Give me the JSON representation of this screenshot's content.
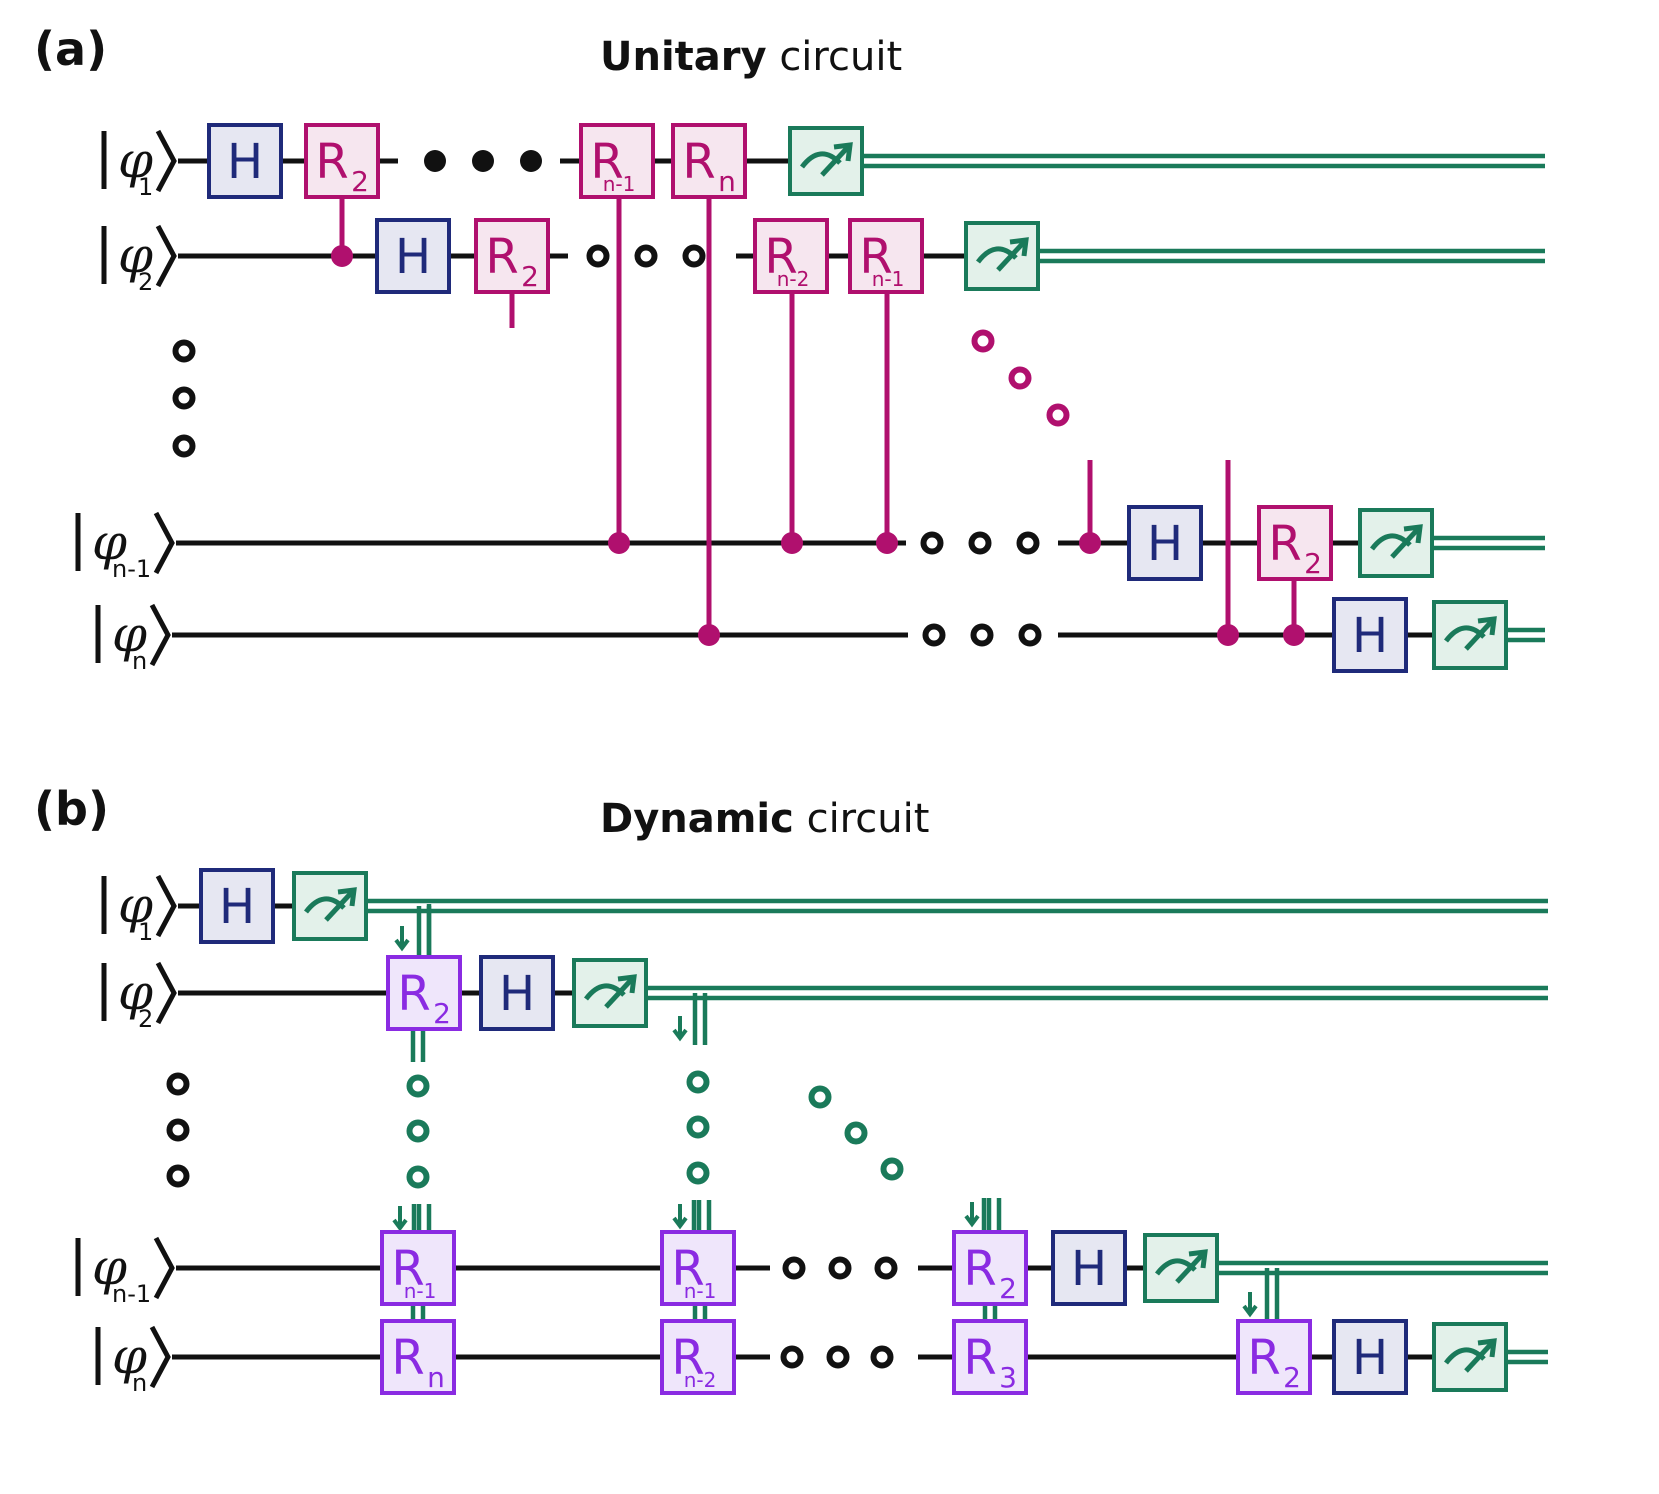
{
  "panel_a": {
    "label": "(a)",
    "title_bold": "Unitary",
    "title_rest": "circuit",
    "qubits": [
      {
        "name": "φ",
        "sub": "1"
      },
      {
        "name": "φ",
        "sub": "2"
      },
      {
        "name": "φ",
        "sub": "n-1"
      },
      {
        "name": "φ",
        "sub": "n"
      }
    ],
    "gates": {
      "h": "H",
      "r": "R",
      "r_subs": [
        "2",
        "n-1",
        "n",
        "2",
        "n-2",
        "n-1",
        "2"
      ]
    }
  },
  "panel_b": {
    "label": "(b)",
    "title_bold": "Dynamic",
    "title_rest": "circuit",
    "qubits": [
      {
        "name": "φ",
        "sub": "1"
      },
      {
        "name": "φ",
        "sub": "2"
      },
      {
        "name": "φ",
        "sub": "n-1"
      },
      {
        "name": "φ",
        "sub": "n"
      }
    ],
    "gates": {
      "h": "H",
      "r": "R",
      "r_subs": [
        "2",
        "n-1",
        "n",
        "n-1",
        "n-2",
        "2",
        "3",
        "2"
      ]
    }
  },
  "colors": {
    "wire": "#111111",
    "h_border": "#1f2a7a",
    "h_fill": "#e6e7f2",
    "r_unitary": "#b0106e",
    "r_unitary_fill": "#f6e6ef",
    "r_dynamic": "#8a2be2",
    "r_dynamic_fill": "#efe6fb",
    "measure": "#1a7a5a",
    "measure_fill": "#e3f1ea"
  }
}
